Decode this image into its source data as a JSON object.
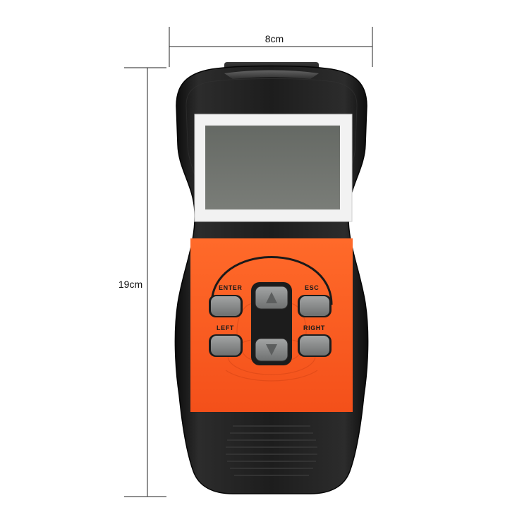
{
  "dimensions": {
    "width_label": "8cm",
    "height_label": "19cm"
  },
  "device": {
    "body_color": "#1a1a1a",
    "panel_color": "#ff5a1c",
    "screen_color": "#6e716c",
    "button_color": "#8a8c8c",
    "keys": {
      "enter": "ENTER",
      "esc": "ESC",
      "left": "LEFT",
      "right": "RIGHT"
    },
    "icons": {
      "up": "up-arrow-icon",
      "down": "down-arrow-icon"
    }
  }
}
